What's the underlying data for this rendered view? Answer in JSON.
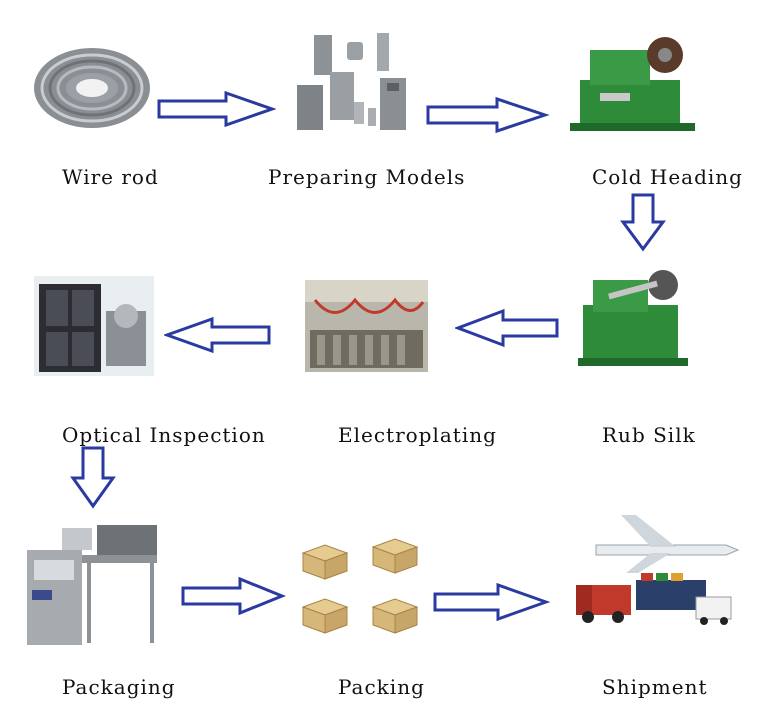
{
  "flow": {
    "steps": [
      {
        "label": "Wire rod",
        "image": "wire-rod-coil-icon"
      },
      {
        "label": "Preparing Models",
        "image": "die-molds-icon"
      },
      {
        "label": "Cold Heading",
        "image": "cold-heading-machine-icon"
      },
      {
        "label": "Rub Silk",
        "image": "thread-rolling-machine-icon"
      },
      {
        "label": "Electroplating",
        "image": "electroplating-line-icon"
      },
      {
        "label": "Optical Inspection",
        "image": "optical-inspection-machine-icon"
      },
      {
        "label": "Packaging",
        "image": "packaging-machine-icon"
      },
      {
        "label": "Packing",
        "image": "cardboard-boxes-icon"
      },
      {
        "label": "Shipment",
        "image": "shipment-plane-truck-ship-icon"
      }
    ]
  },
  "colors": {
    "arrow_stroke": "#2a3aa0",
    "arrow_fill": "#ffffff",
    "label_text": "#111111",
    "machine_green": "#2e8b3a"
  }
}
